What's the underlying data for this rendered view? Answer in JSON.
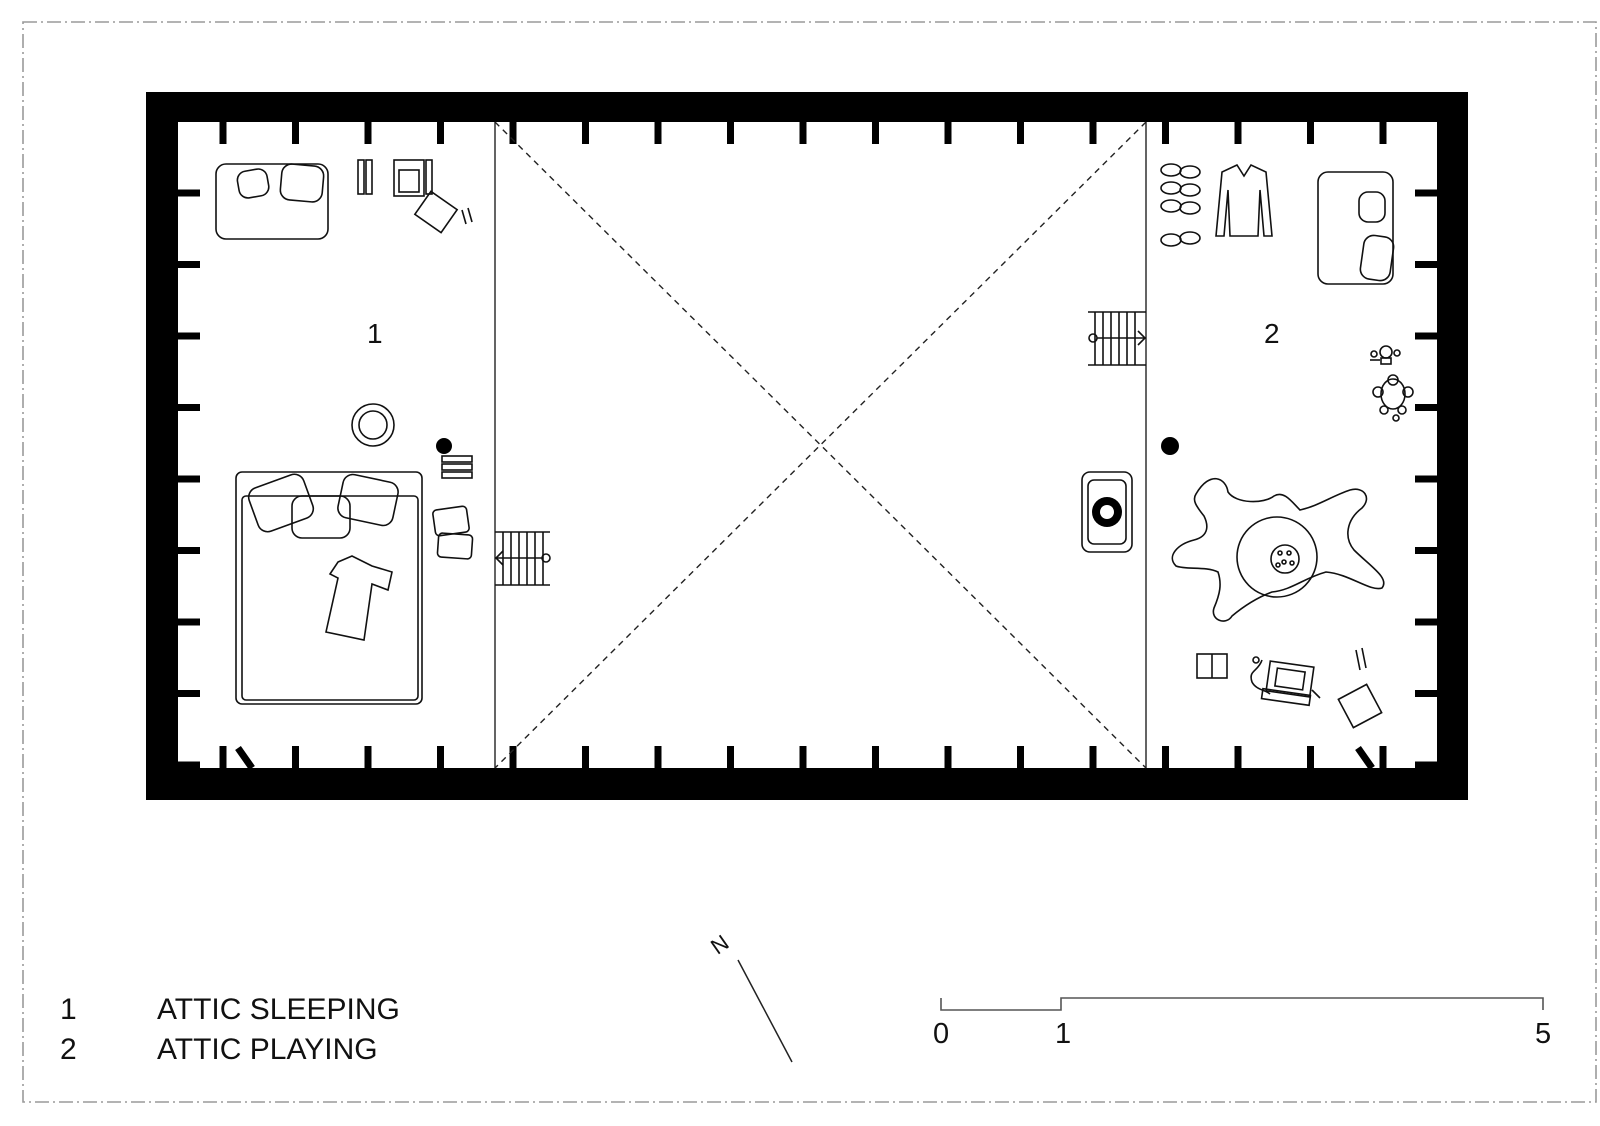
{
  "rooms": [
    {
      "number": "1",
      "name": "ATTIC SLEEPING"
    },
    {
      "number": "2",
      "name": "ATTIC PLAYING"
    }
  ],
  "north": "N",
  "scale": {
    "labels": [
      "0",
      "1",
      "5"
    ],
    "values": [
      0,
      1,
      5
    ]
  },
  "colors": {
    "wall": "#000000",
    "line": "#111111",
    "border": "#9a9a9a",
    "background": "#ffffff"
  }
}
